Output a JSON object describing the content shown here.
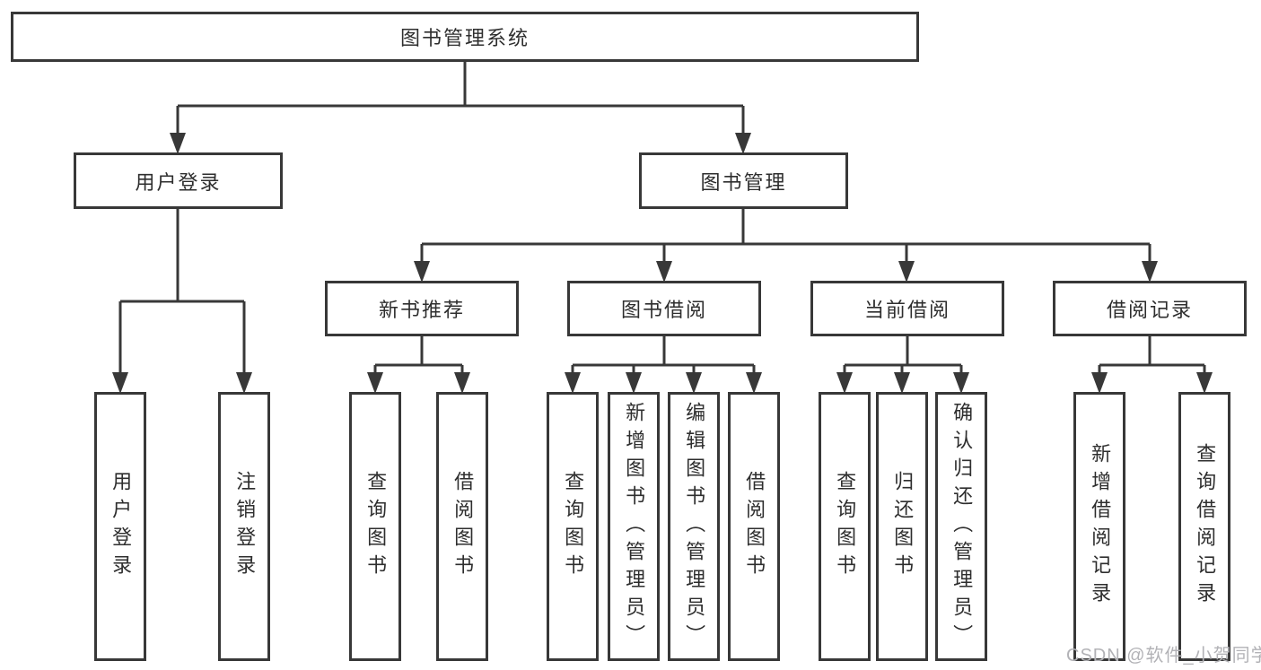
{
  "diagram": {
    "type": "hierarchy-tree",
    "title": "图书管理系统",
    "tree": {
      "root": {
        "label": "图书管理系统",
        "children": [
          {
            "label": "用户登录",
            "children": [
              {
                "label": "用户登录"
              },
              {
                "label": "注销登录"
              }
            ]
          },
          {
            "label": "图书管理",
            "children": [
              {
                "label": "新书推荐",
                "children": [
                  {
                    "label": "查询图书"
                  },
                  {
                    "label": "借阅图书"
                  }
                ]
              },
              {
                "label": "图书借阅",
                "children": [
                  {
                    "label": "查询图书"
                  },
                  {
                    "label": "新增图书（管理员）"
                  },
                  {
                    "label": "编辑图书（管理员）"
                  },
                  {
                    "label": "借阅图书"
                  }
                ]
              },
              {
                "label": "当前借阅",
                "children": [
                  {
                    "label": "查询图书"
                  },
                  {
                    "label": "归还图书"
                  },
                  {
                    "label": "确认归还（管理员）"
                  }
                ]
              },
              {
                "label": "借阅记录",
                "children": [
                  {
                    "label": "新增借阅记录"
                  },
                  {
                    "label": "查询借阅记录"
                  }
                ]
              }
            ]
          }
        ]
      }
    },
    "colors": {
      "line": "#383838",
      "box_border": "#383838",
      "box_fill": "#ffffff",
      "text": "#2e2e2e",
      "background": "#ffffff",
      "watermark": "#b2b2b6"
    }
  },
  "watermark": {
    "text": "CSDN @软件_小贺同学"
  }
}
